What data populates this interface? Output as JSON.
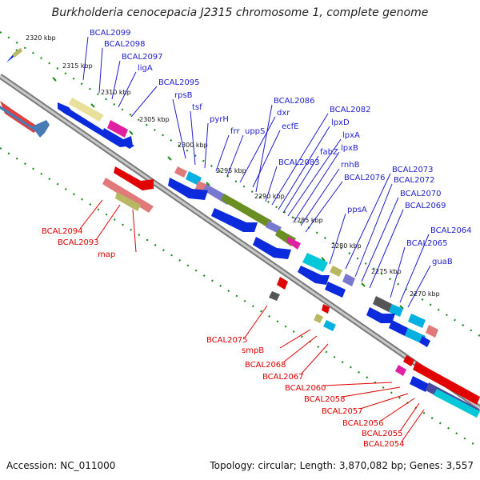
{
  "title": "Burkholderia cenocepacia J2315 chromosome 1, complete genome",
  "footer": {
    "accession": "Accession: NC_011000",
    "summary": "Topology: circular; Length: 3,870,082 bp; Genes: 3,557"
  },
  "colors": {
    "backbone": "#8a8a8a",
    "tick": "#1a8a1a",
    "plus_strand_gene": "#e00000",
    "minus_strand_gene": "#1010e0",
    "plus_label": "#e00000",
    "minus_label": "#1f1fd0"
  },
  "ticks": [
    "2320 kbp",
    "2315 kbp",
    "2310 kbp",
    "2305 kbp",
    "2300 kbp",
    "2295 kbp",
    "2290 kbp",
    "2285 kbp",
    "2280 kbp",
    "2275 kbp",
    "2270 kbp"
  ],
  "labels_top": [
    "BCAL2099",
    "BCAL2098",
    "BCAL2097",
    "ligA",
    "BCAL2095",
    "rpsB",
    "tsf",
    "pyrH",
    "frr",
    "uppS",
    "dxr",
    "ecfE",
    "BCAL2086",
    "BCAL2083",
    "BCAL2082",
    "lpxD",
    "fabZ",
    "lpxA",
    "lpxB",
    "rnhB",
    "BCAL2076",
    "ppsA",
    "BCAL2073",
    "BCAL2072",
    "BCAL2070",
    "BCAL2069",
    "BCAL2065",
    "BCAL2064",
    "guaB"
  ],
  "labels_bottom": [
    "BCAL2094",
    "BCAL2093",
    "map",
    "BCAL2075",
    "smpB",
    "BCAL2068",
    "BCAL2067",
    "BCAL2060",
    "BCAL2058",
    "BCAL2057",
    "BCAL2056",
    "BCAL2055",
    "BCAL2054"
  ]
}
